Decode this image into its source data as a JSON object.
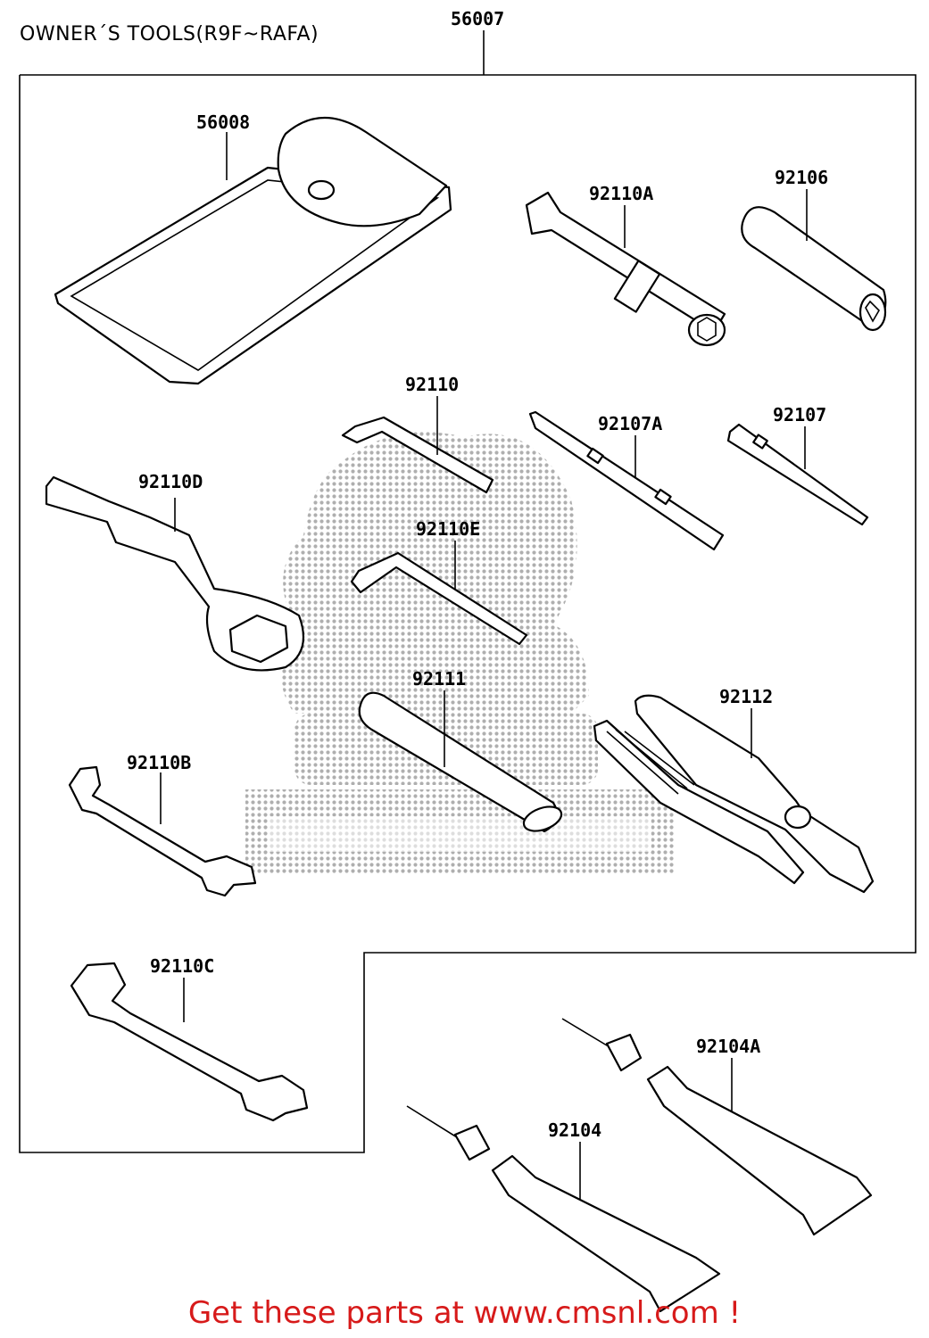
{
  "title": "OWNER´S TOOLS(R9F~RAFA)",
  "footer": "Get these parts at www.cmsnl.com !",
  "footer_color": "#d71a1a",
  "parts": {
    "kit": "56007",
    "pouch": "56008",
    "spark_wrench_a": "92110A",
    "handle": "92106",
    "hex_key": "92110",
    "driver_a": "92107A",
    "driver": "92107",
    "ring_wrench": "92110D",
    "hex_key_e": "92110E",
    "extension": "92111",
    "pliers": "92112",
    "wrench_b": "92110B",
    "wrench_c": "92110C",
    "grease_a": "92104A",
    "grease": "92104"
  }
}
